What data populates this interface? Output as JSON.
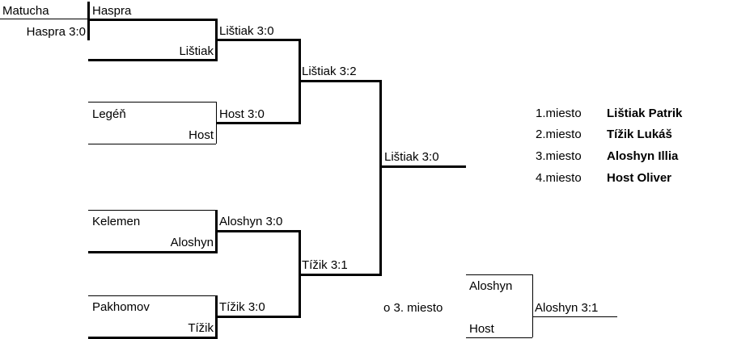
{
  "round1": {
    "prelim": {
      "left": "Matucha",
      "right": "Haspra",
      "result": "Haspra 3:0"
    },
    "matches": [
      {
        "top": "Haspra",
        "bottom": "Lištiak",
        "result": "Lištiak 3:0"
      },
      {
        "top": "Legéň",
        "bottom": "Host",
        "result": "Host 3:0"
      },
      {
        "top": "Kelemen",
        "bottom": "Aloshyn",
        "result": "Aloshyn 3:0"
      },
      {
        "top": "Pakhomov",
        "bottom": "Tížik",
        "result": "Tížik 3:0"
      }
    ]
  },
  "semifinals": [
    "Lištiak 3:2",
    "Tížik 3:1"
  ],
  "final": "Lištiak 3:0",
  "third_place": {
    "label": "o 3. miesto",
    "top": "Aloshyn",
    "bottom": "Host",
    "result": "Aloshyn 3:1"
  },
  "standings": [
    {
      "place": "1.miesto",
      "name": "Lištiak Patrik"
    },
    {
      "place": "2.miesto",
      "name": "Tížik Lukáš"
    },
    {
      "place": "3.miesto",
      "name": "Aloshyn Illia"
    },
    {
      "place": "4.miesto",
      "name": "Host Oliver"
    }
  ]
}
